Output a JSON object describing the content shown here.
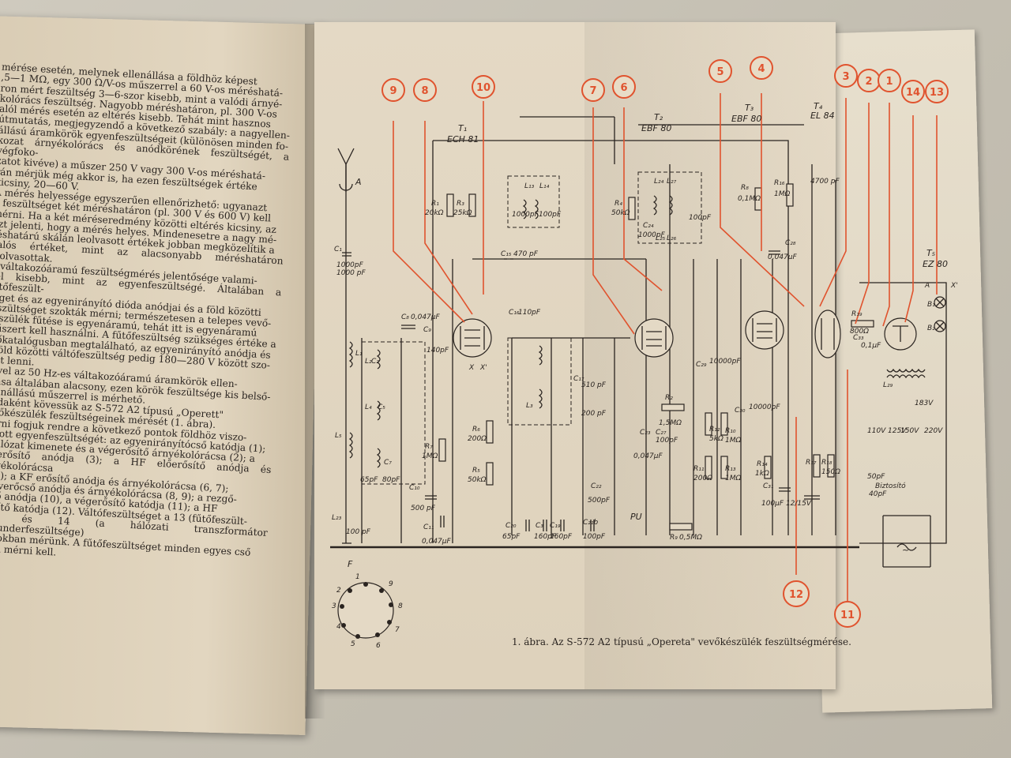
{
  "left_page": {
    "text": "mérése esetén, melynek ellenállása a földhöz képest\n,5—1 MΩ, egy 300 Ω/V-os műszerrel a 60 V-os méréshatá-\nron mért feszültség 3—6-szor kisebb, mint a valódi árnyé-\nkolórács feszültség. Nagyobb méréshatáron, pl. 300 V-os\nalól mérés esetén az eltérés kisebb. Tehát mint hasznos\nútmutatás, megjegyzendő a következő szabály: a nagyellen-\nállású áramkörök egyenfeszültségeit (különösen minden fo-\nkozat árnyékolórács és anódkörének feszültségét, a végfoko-\nzatot kivéve) a műszer 250 V vagy 300 V-os méréshatá-\nrán mérjük még akkor is, ha ezen feszültségek értéke\nkicsiny, 20—60 V.\n  A mérés helyessége egyszerűen ellenőrizhető: ugyanazt\na feszültséget két méréshatáron (pl. 300 V és 600 V) kell\nmérni. Ha a két méréseredmény közötti eltérés kicsiny, az\nazt jelenti, hogy a mérés helyes. Mindenesetre a nagy mé-\nréshatárú skálán leolvasott értékek jobban megközelítik a\nvalós értéket, mint az alacsonyabb méréshatáron leolvasottak.\n  A váltakozóáramú feszültségmérés jelentősége valami-\nvel kisebb, mint az egyenfeszültségé. Általában a fűtőfeszült-\nséget és az egyenirányító dióda anódjai és a föld közötti\nfeszültséget szokták mérni; természetesen a telepes vevő-\nkészülék fűtése is egyenáramú, tehát itt is egyenáramú\nműszert kell használni. A fűtőfeszültség szükséges értéke a\ncsőkatalógusban megtalálható, az egyenirányító anódja és\na föld közötti váltófeszültség pedig 180—280 V között szo-\nkott lenni.\n  Mivel az 50 Hz-es váltakozóáramú áramkörök ellen-\nállása általában alacsony, ezen körök feszültsége kis belső-\nellenállású műszerrel is mérhető.\n  Példaként kövessük az S-572 A2 típusú „Operett\"\nvevőkészülék feszültségeinek mérését (1. ábra).\n  Mérni fogjuk rendre a következő pontok földhöz viszo-\nnyított egyenfeszültségét: az egyenirányítócső katódja (1);\na hálózat kimenete és a végerősítő árnyékolórácsa (2); a\nvégerősítő anódja (3); a HF előerősítő anódja és árnyékolórácsa\n(4, 5); a KF erősítő anódja és árnyékolórácsa (6, 7);\na keverőcső anódja és árnyékolórácsa (8, 9); a rezgő-\nkeltő anódja (10), a végerősítő katódja (11); a HF\nerősítő katódja (12). Váltófeszültséget a 13 (fűtőfeszült-\nség) és 14 (a hálózati transzformátor szekunderfeszültsége)\npontokban mérünk. A fűtőfeszültséget minden egyes cső\nlábán mérni kell."
  },
  "figure_caption": "1. ábra. Az S-572 A2 típusú „Opereta\" vevőkészülék feszültségmérése.",
  "schematic": {
    "tubes": [
      {
        "ref": "T₁",
        "type": "ECH 81"
      },
      {
        "ref": "T₂",
        "type": "EBF 80"
      },
      {
        "ref": "T₃",
        "type": "EBF 80"
      },
      {
        "ref": "T₄",
        "type": "EL 84"
      },
      {
        "ref": "T₅",
        "type": "EZ 80"
      }
    ],
    "test_points": [
      "9",
      "8",
      "10",
      "7",
      "6",
      "5",
      "4",
      "3",
      "2",
      "1",
      "14",
      "13",
      "12",
      "11"
    ],
    "components": {
      "R1": "R₁",
      "R1v": "20kΩ",
      "R3": "R₃",
      "R3v": "25kΩ",
      "R4": "R₄",
      "R4v": "50kΩ",
      "R8": "R₈",
      "R8v": "0,1MΩ",
      "R16": "R₁₆",
      "R16v": "1MΩ",
      "R7": "R₇",
      "R7v": "1MΩ",
      "R6": "R₆",
      "R6v": "200Ω",
      "R5": "R₅",
      "R5v": "50kΩ",
      "R2": "R₂",
      "R2v": "1,5MΩ",
      "R12": "R₁₂",
      "R12v": "5kΩ",
      "R10": "R₁₀",
      "R10v": "1MΩ",
      "R11": "R₁₁",
      "R11v": "200Ω",
      "R13": "R₁₃",
      "R13v": "1MΩ",
      "R14": "R₁₄",
      "R14v": "1kΩ",
      "R17": "R₁₇",
      "R18": "R₁₈",
      "R18v": "150Ω",
      "R9": "R₉",
      "R9v": "0,5MΩ",
      "R19": "R₁₉",
      "R19v": "800Ω",
      "C1": "C₁",
      "C1v": "1000pF",
      "C8": "C₈",
      "C8v": "0,047μF",
      "C9": "C₉",
      "C9v": "140pF",
      "C15": "C₁₅",
      "C15v": "470 pF",
      "C16": "C₁₆",
      "C16v": "110pF",
      "C28": "C₂₈",
      "C28v": "0,047μF",
      "C29": "C₂₉",
      "C29v": "10000pF",
      "C30": "C₃₀",
      "C30v": "10000pF",
      "C23": "C₂₃",
      "C23v": "0,047μF",
      "C27": "C₂₇",
      "C27v": "100pF",
      "C31": "C₃₁",
      "C31v": "100μF 12/15V",
      "C33": "C₃₃",
      "C33v": "0,1μF",
      "C10": "C₁₀",
      "C10v": "500 pF",
      "C11": "C₁₁",
      "C11v": "0,047μF",
      "C20": "C₂₀",
      "C20v": "65pF",
      "C3": "C₃",
      "C3v": "160pF",
      "C19": "C₁₉",
      "C19v": "160pF",
      "C21b": "C₂₁b",
      "C21bv": "100pF",
      "C22": "C₂₂",
      "C22v": "500pF",
      "C24": "C₂₄",
      "C24v": "1000pF",
      "C2": "C₂",
      "C5": "C₅",
      "C6v": "65pF",
      "C7": "C₇",
      "C7v": "80pF",
      "C17": "C₁₇",
      "C17v": "510 pF",
      "C18v": "200 pF",
      "C34v": "4700 pF",
      "L1": "L₁",
      "L2": "L₂",
      "L3": "L₃",
      "L4": "L₄",
      "L5": "L₅",
      "L13": "L₁₃",
      "L14": "L₁₄",
      "L23": "L₂₃",
      "L24": "L₂₄",
      "L27": "L₂₇",
      "L25": "L₂₅",
      "L26": "L₂₆",
      "L29": "L₂₉",
      "antenna": "A",
      "earth": "F",
      "pu": "PU",
      "fuse": "Biztosító",
      "v110": "110V",
      "v125": "125V",
      "v150": "150V",
      "v220": "220V",
      "v183": "183V",
      "x": "X",
      "x2": "X'",
      "Apin": "A",
      "xr": "X'",
      "B1": "B₁",
      "B2": "B₂",
      "cap1": "1000 pF",
      "cap2": "100 pF",
      "tilde": "~",
      "c1000pf": "1000pF",
      "c100pF": "100pF",
      "c100pF2": "100pF",
      "c50pf": "50pF",
      "c40pf": "40pF"
    },
    "socket_pins": [
      "1",
      "2",
      "3",
      "4",
      "5",
      "6",
      "7",
      "8",
      "9"
    ]
  },
  "colors": {
    "ink": "#2a2420",
    "red": "#e0532e",
    "paper": "#e4d9c5"
  }
}
